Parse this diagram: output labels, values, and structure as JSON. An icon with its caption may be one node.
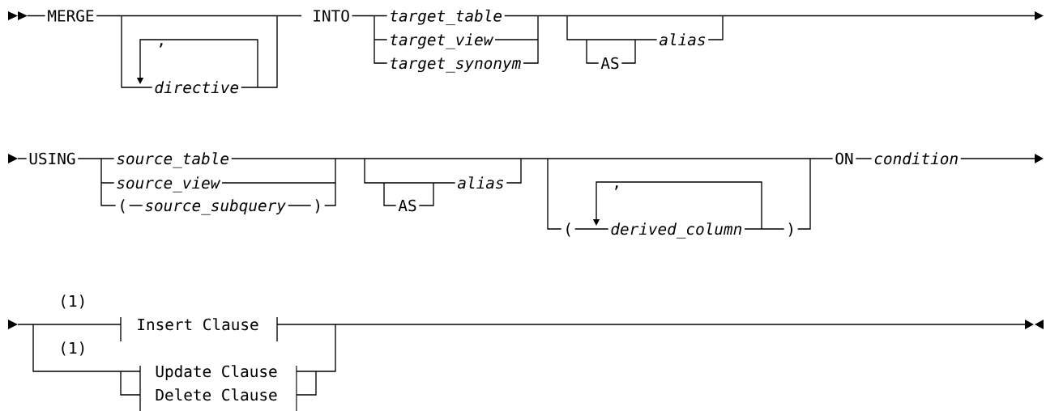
{
  "diagram": {
    "labels": [
      "MERGE",
      "INTO",
      "target_table",
      ",",
      "target_view",
      "alias",
      "target_synonym",
      "AS",
      "directive",
      "USING",
      "source_table",
      "ON",
      "condition",
      ",",
      "source_view",
      "alias",
      "(",
      "source_subquery",
      ")",
      "AS",
      "(",
      "derived_column",
      ")",
      "(1)",
      "Insert Clause",
      "(1)",
      "Update Clause",
      "Delete Clause"
    ]
  }
}
